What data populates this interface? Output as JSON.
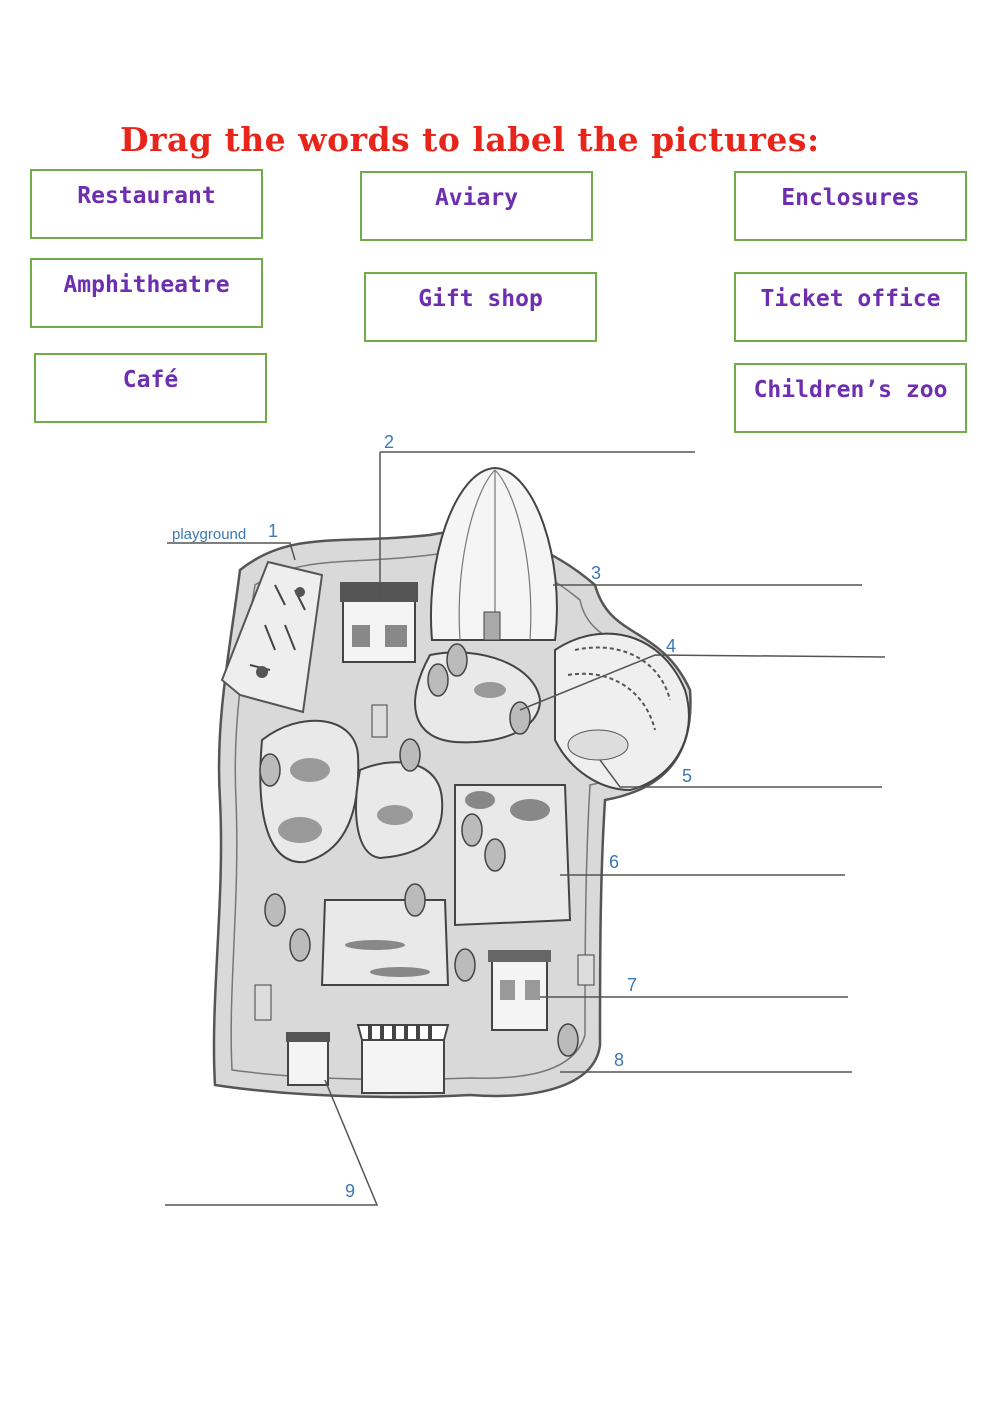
{
  "instruction": "Drag the words to label the pictures:",
  "colors": {
    "title": "#e8251b",
    "word": "#6d2fb0",
    "box_border": "#70ad47",
    "label_blue": "#3c78b4",
    "map_line": "#555555",
    "map_fill": "#d9d9d9"
  },
  "words": [
    "Restaurant",
    "Aviary",
    "Enclosures",
    "Amphitheatre",
    "Gift shop",
    "Ticket office",
    "Café",
    "Children’s zoo"
  ],
  "map": {
    "playground_label": "playground",
    "numbers": [
      "1",
      "2",
      "3",
      "4",
      "5",
      "6",
      "7",
      "8",
      "9"
    ]
  }
}
